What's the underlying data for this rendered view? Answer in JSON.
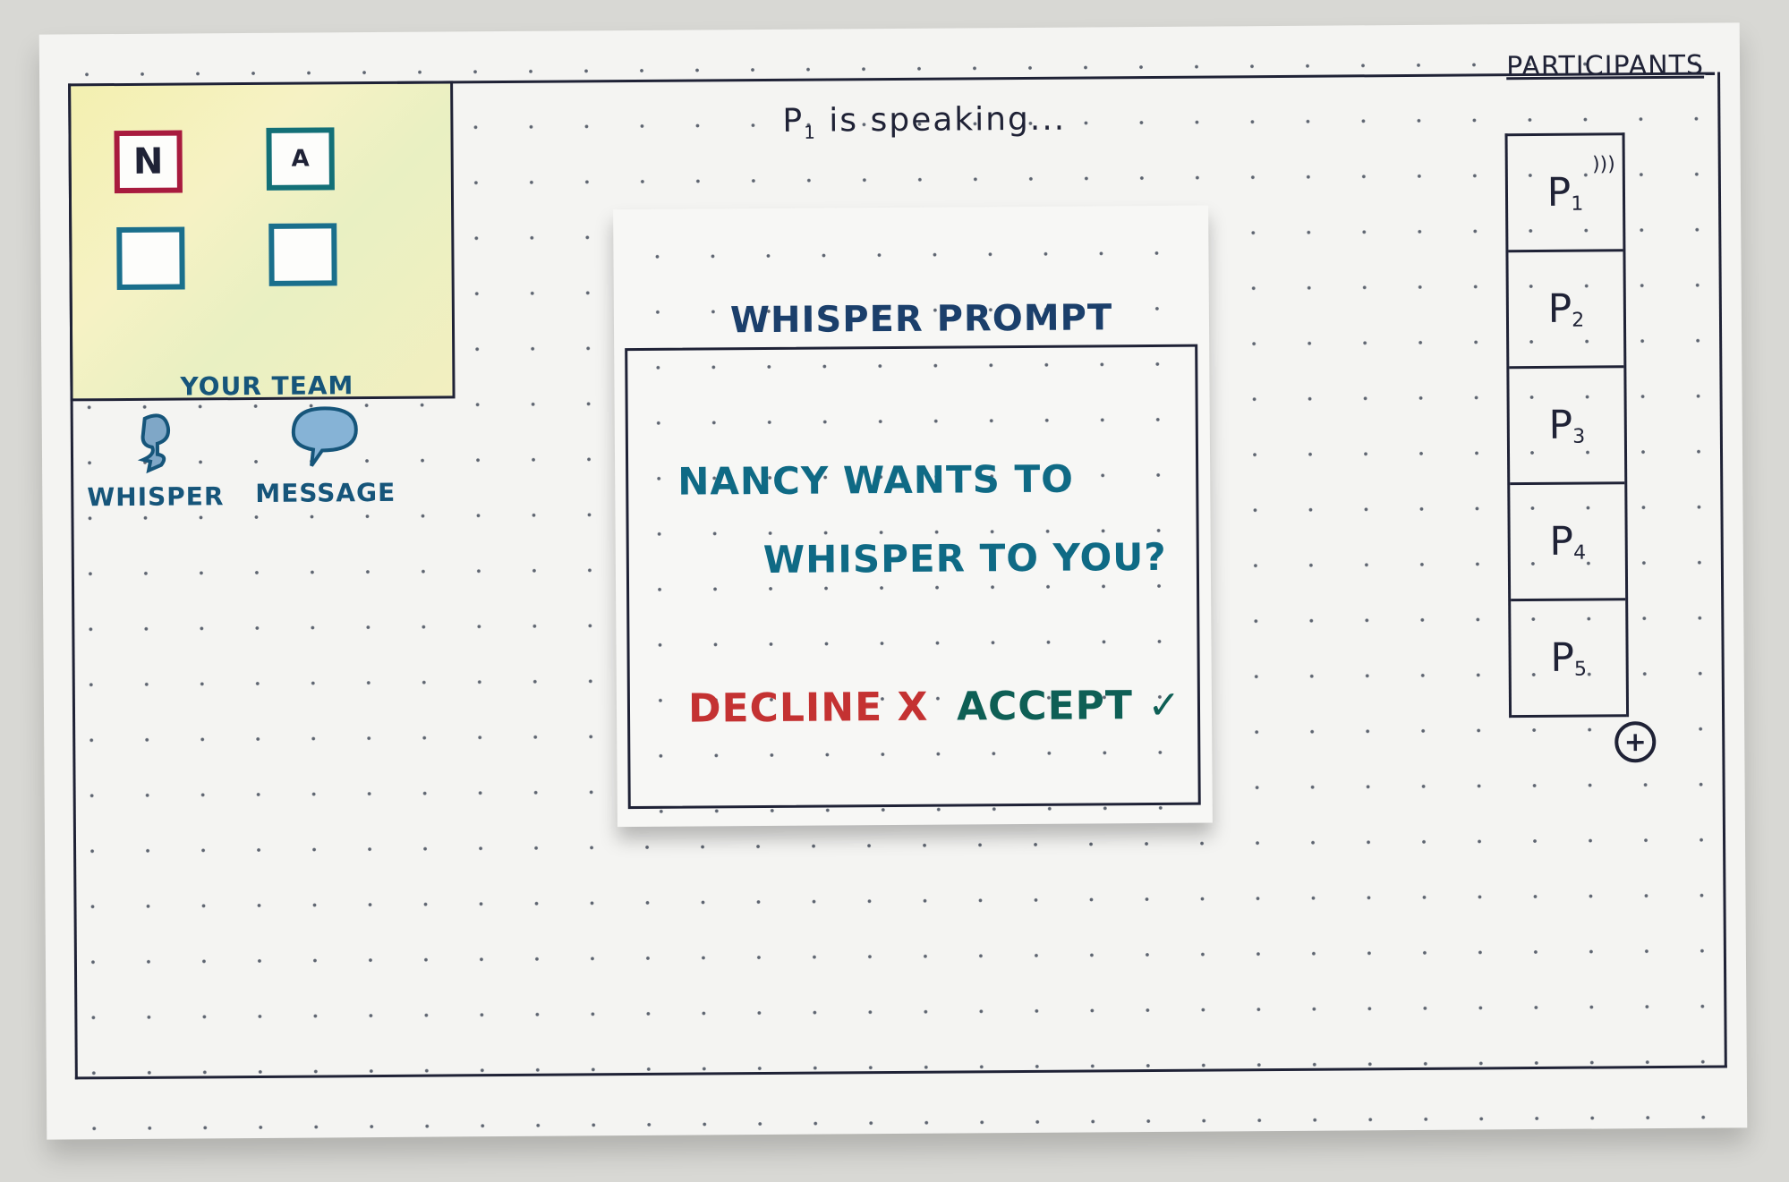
{
  "header": {
    "speaking_status": "P",
    "speaking_sub": "1",
    "speaking_suffix": " is speaking..."
  },
  "team": {
    "label": "YOUR TEAM",
    "members": [
      "N",
      "A",
      "",
      ""
    ]
  },
  "tools": {
    "whisper_label": "WHISPER",
    "message_label": "MESSAGE"
  },
  "participants": {
    "title": "PARTICIPANTS",
    "items": [
      {
        "name": "P",
        "num": "1",
        "speaking": true
      },
      {
        "name": "P",
        "num": "2",
        "speaking": false
      },
      {
        "name": "P",
        "num": "3",
        "speaking": false
      },
      {
        "name": "P",
        "num": "4",
        "speaking": false
      },
      {
        "name": "P",
        "num": "5",
        "speaking": false
      }
    ],
    "add_label": "+"
  },
  "modal": {
    "title": "WHISPER PROMPT",
    "message_line1": "NANCY WANTS TO",
    "message_line2": "WHISPER TO YOU?",
    "decline_label": "DECLINE X",
    "accept_label": "ACCEPT ✓"
  },
  "colors": {
    "ink": "#1f2236",
    "teal": "#0f6a85",
    "decline": "#c43232",
    "accept": "#0e5f55",
    "member_n": "#a81b3e",
    "member_a": "#137077",
    "highlight": "#f3f0b0"
  }
}
